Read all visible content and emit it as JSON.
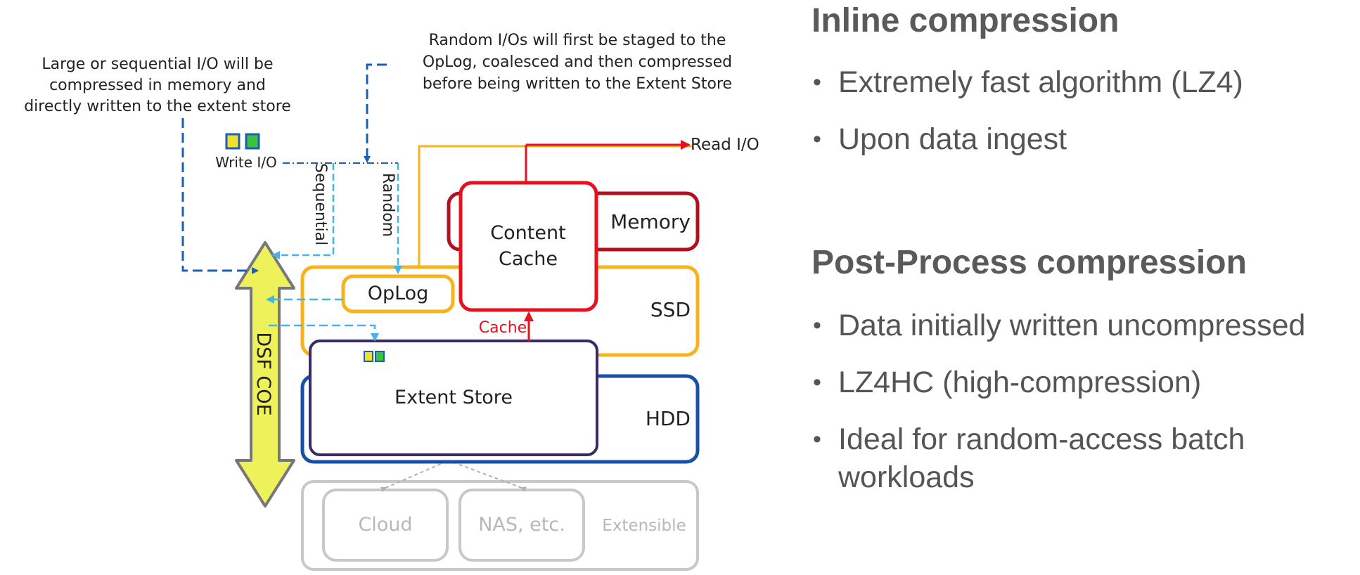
{
  "diagram": {
    "annotations": {
      "sequential_note": [
        "Large or sequential I/O will be",
        "compressed in memory and",
        "directly written to the extent store"
      ],
      "random_note": [
        "Random I/Os will first be staged to the",
        "OpLog, coalesced and then compressed",
        "before being written to the Extent Store"
      ]
    },
    "labels": {
      "write_io": "Write I/O",
      "read_io": "Read I/O",
      "sequential": "Sequential",
      "random": "Random",
      "cache": "Cache",
      "dsf_coe": "DSF COE"
    },
    "tiers": {
      "memory": "Memory",
      "ssd": "SSD",
      "hdd": "HDD",
      "extensible": "Extensible"
    },
    "components": {
      "content_cache": [
        "Content",
        "Cache"
      ],
      "oplog": "OpLog",
      "extent_store": "Extent Store",
      "cloud": "Cloud",
      "nas": "NAS, etc."
    },
    "colors": {
      "memory": "#b01020",
      "cache_red": "#e8101c",
      "ssd_orange": "#f6b31b",
      "hdd_blue": "#1850a8",
      "extent_purple": "#3a2a6a",
      "flow_blue": "#1a5fb4",
      "light_blue": "#43b3e8",
      "arrow_yellow": "#eef25a",
      "extensible_gray": "#c0c0c0"
    }
  },
  "panel": {
    "sections": [
      {
        "heading": "Inline compression",
        "bullets": [
          "Extremely fast algorithm (LZ4)",
          "Upon data ingest"
        ]
      },
      {
        "heading": "Post-Process compression",
        "bullets": [
          "Data initially written uncompressed",
          "LZ4HC (high-compression)",
          "Ideal for random-access batch workloads"
        ]
      }
    ]
  }
}
